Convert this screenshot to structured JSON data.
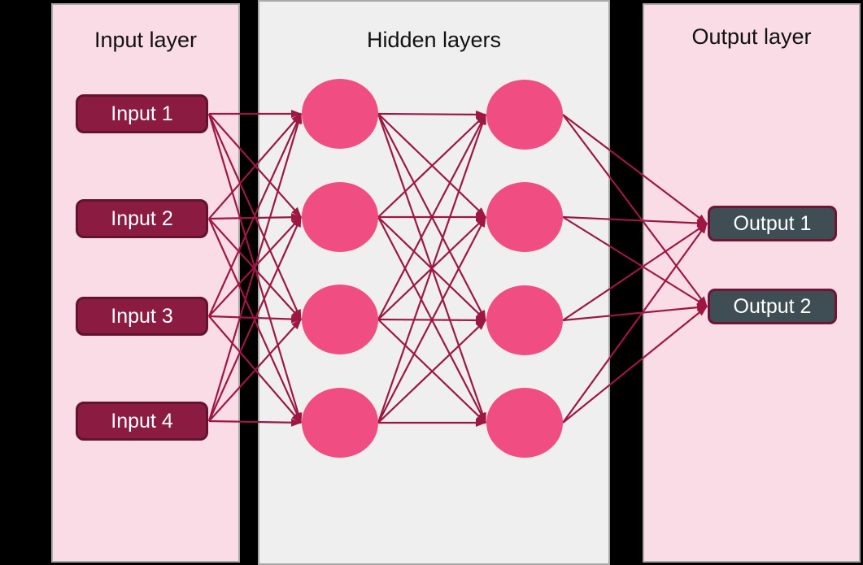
{
  "panels": [
    {
      "title": "Input layer"
    },
    {
      "title": "Hidden layers"
    },
    {
      "title": "Output layer"
    }
  ],
  "nodes": {
    "inputs": [
      {
        "label": "Input 1"
      },
      {
        "label": "Input 2"
      },
      {
        "label": "Input 3"
      },
      {
        "label": "Input 4"
      }
    ],
    "hidden_layer_sizes": [
      4,
      4
    ],
    "outputs": [
      {
        "label": "Output 1"
      },
      {
        "label": "Output 2"
      }
    ]
  },
  "connections": {
    "type": "fully-connected",
    "layer_pairs": [
      "inputs to hidden layer 1",
      "hidden layer 1 to hidden layer 2",
      "hidden layer 2 to outputs"
    ]
  },
  "colors": {
    "page_background": "#000000",
    "input_panel_fill": "#fadce6",
    "hidden_panel_fill": "#efefef",
    "panel_border": "#a8a8a8",
    "hidden_node_fill": "#f04d82",
    "input_node_fill": "#8c1b41",
    "input_node_border": "#611331",
    "output_node_fill": "#3f4d55",
    "output_node_border": "#701532",
    "edge": "#9d1742",
    "node_text": "#ffffff",
    "title_text": "#111111"
  }
}
